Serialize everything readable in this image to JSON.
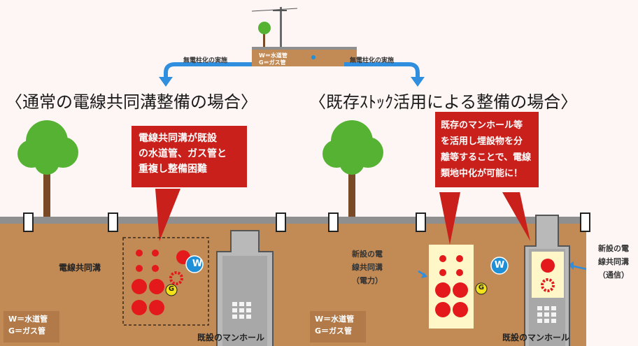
{
  "header": {
    "inset_legend": [
      "W＝水道管",
      "G＝ガス管"
    ],
    "arrow_left_label": "無電柱化の実施",
    "arrow_right_label": "無電柱化の実施"
  },
  "left_panel": {
    "title": "〈通常の電線共同溝整備の場合〉",
    "callout_lines": [
      "電線共同溝が既設",
      "の水道管、ガス管と",
      "重複し整備困難"
    ],
    "trench_label": "電線共同溝",
    "water_badge": "W",
    "gas_badge": "G",
    "legend": [
      "W＝水道管",
      "G＝ガス管"
    ],
    "manhole_label": "既設のマンホール"
  },
  "right_panel": {
    "title": "〈既存ｽﾄｯｸ活用による整備の場合〉",
    "callout_lines": [
      "既存のマンホール等",
      "を活用し埋設物を分",
      "離等することで、電線",
      "類地中化が可能に！"
    ],
    "new_power_label": [
      "新設の電",
      "線共同溝",
      "（電力）"
    ],
    "new_comm_label": [
      "新設の電",
      "線共同溝",
      "（通信）"
    ],
    "water_badge": "W",
    "gas_badge": "G",
    "legend": [
      "W＝水道管",
      "G＝ガス管"
    ],
    "manhole_label": "既設のマンホール"
  },
  "colors": {
    "soil": "#c28a55",
    "soil_dark": "#a5703f",
    "callout": "#c9201b",
    "pipe_red": "#e3191b",
    "water_blue": "#1f8fd8",
    "gas_yellow": "#f2e21b",
    "tree_green": "#55b233",
    "trunk": "#7a4a26",
    "manhole": "#b9b9b9",
    "cream": "#fff7c8"
  }
}
